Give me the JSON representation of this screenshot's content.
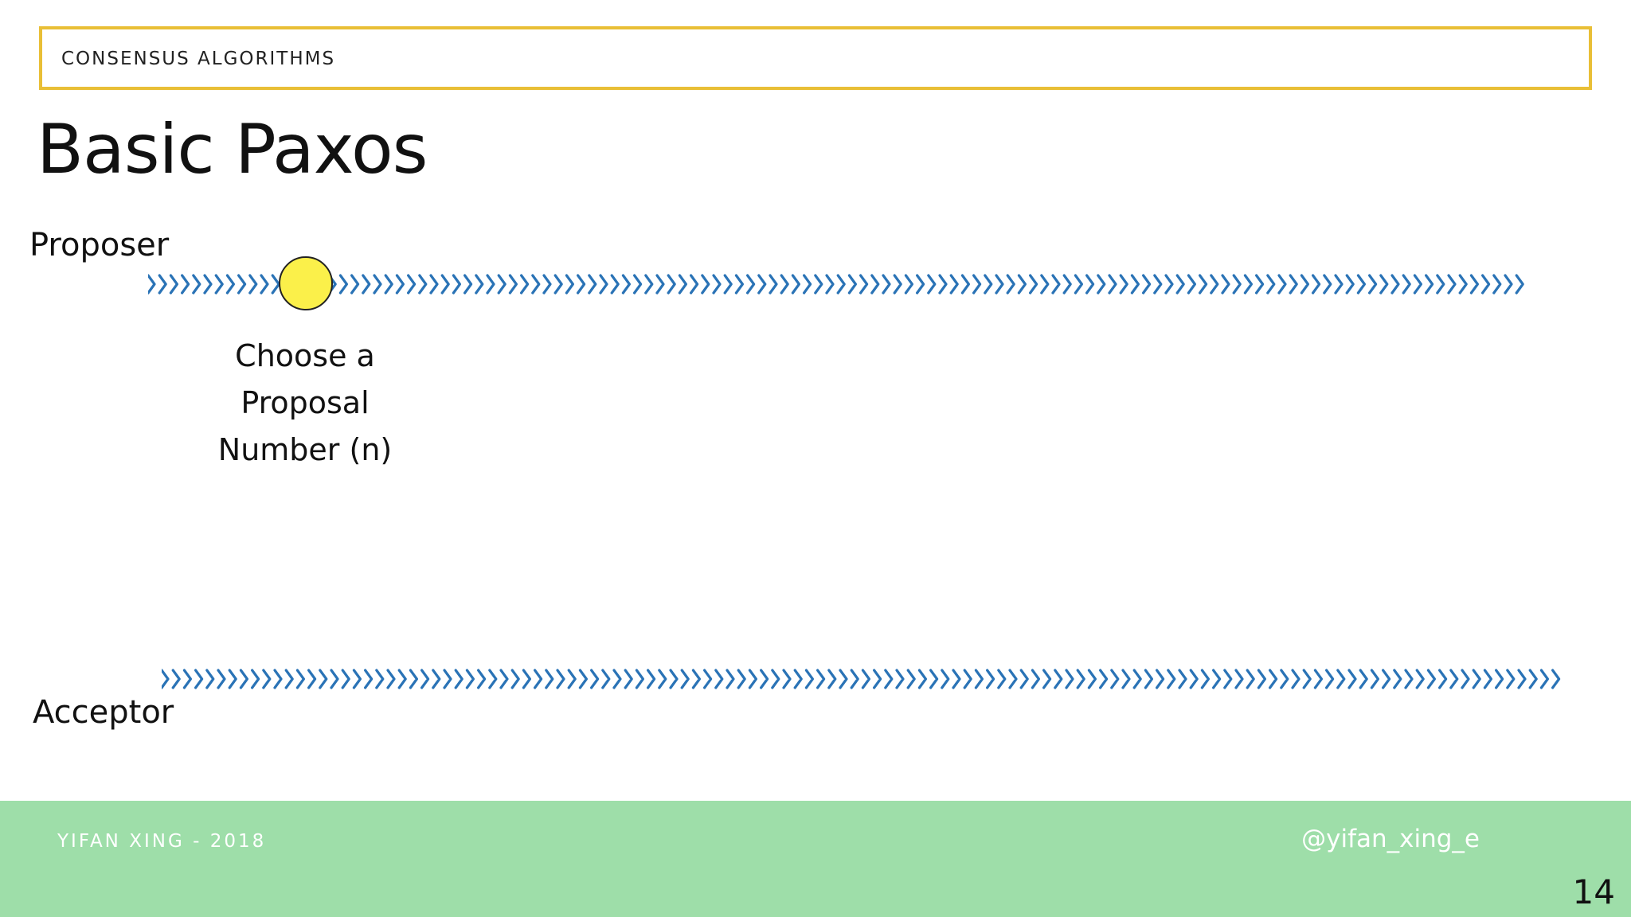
{
  "header": {
    "section_label": "CONSENSUS ALGORITHMS"
  },
  "title": "Basic Paxos",
  "lanes": {
    "proposer": {
      "label": "Proposer"
    },
    "acceptor": {
      "label": "Acceptor"
    }
  },
  "events": [
    {
      "lane": "proposer",
      "note_lines": [
        "Choose a",
        "Proposal",
        "Number (n)"
      ]
    }
  ],
  "footer": {
    "author": "YIFAN XING - 2018",
    "handle": "@yifan_xing_e",
    "page_number": "14"
  },
  "colors": {
    "header_border": "#e9bf36",
    "timeline_chevron": "#2a73b6",
    "event_dot_fill": "#fbf04a",
    "event_dot_stroke": "#222222",
    "footer_background": "#9edea9",
    "footer_text": "#ffffff",
    "text": "#111111"
  }
}
